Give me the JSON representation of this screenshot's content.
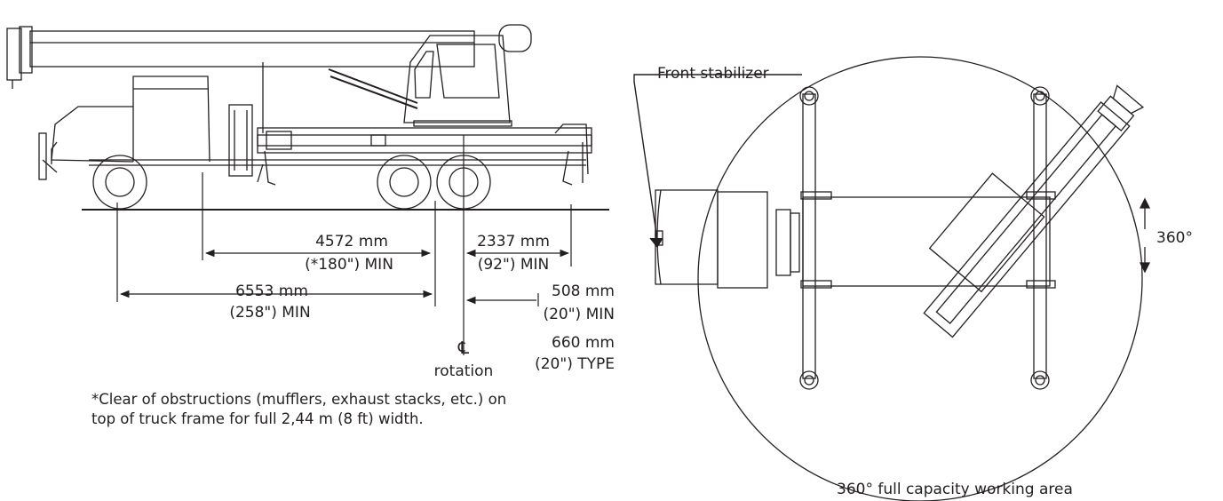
{
  "side_view": {
    "dim_front_axle": {
      "value": "4572 mm",
      "spec": "(*180\") MIN"
    },
    "dim_rear_overhang": {
      "value": "2337 mm",
      "spec": "(92\") MIN"
    },
    "dim_wheelbase": {
      "value": "6553 mm",
      "spec": "(258\") MIN"
    },
    "dim_axle_offset": {
      "value": "508 mm",
      "spec": "(20\") MIN"
    },
    "dim_typical": {
      "value": "660 mm",
      "spec": "(20\") TYPE"
    },
    "centerline_symbol": "℄",
    "centerline_label": "rotation",
    "footnote_line1": "*Clear of obstructions (mufflers, exhaust stacks, etc.) on",
    "footnote_line2": "top of truck frame for full 2,44 m (8 ft) width."
  },
  "top_view": {
    "front_stabilizer_label": "Front stabilizer",
    "rotation_label": "360°",
    "working_area_caption": "360° full capacity working area"
  },
  "colors": {
    "line": "#231f20",
    "background": "#ffffff"
  }
}
